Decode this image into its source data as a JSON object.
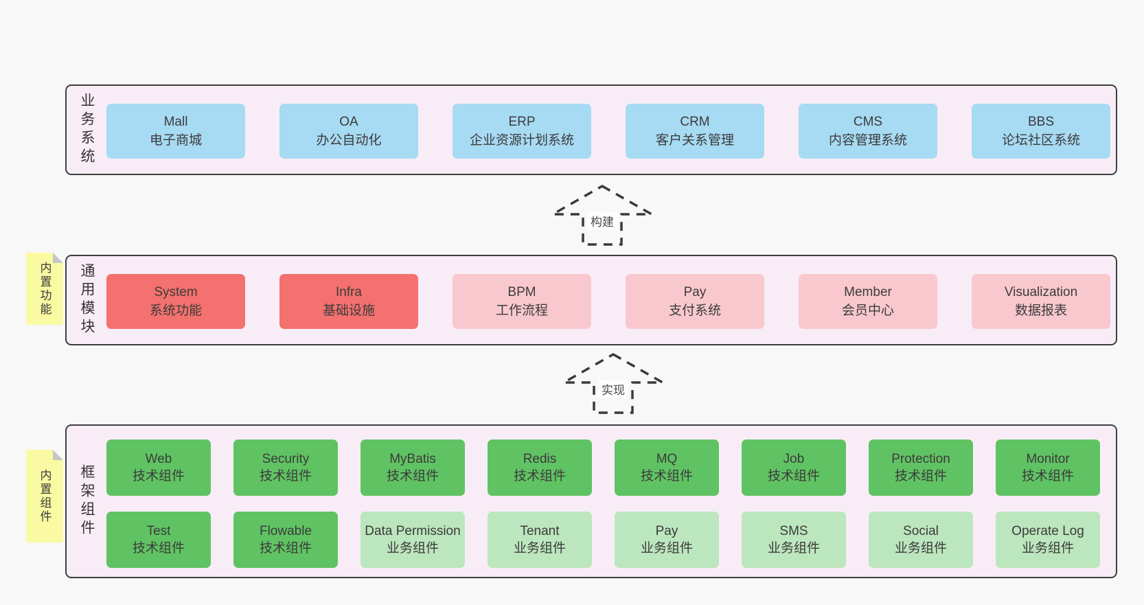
{
  "diagram": {
    "layers": [
      {
        "label": "业务系统",
        "boxes": [
          {
            "name": "Mall",
            "desc": "电子商城"
          },
          {
            "name": "OA",
            "desc": "办公自动化"
          },
          {
            "name": "ERP",
            "desc": "企业资源计划系统"
          },
          {
            "name": "CRM",
            "desc": "客户关系管理"
          },
          {
            "name": "CMS",
            "desc": "内容管理系统"
          },
          {
            "name": "BBS",
            "desc": "论坛社区系统"
          }
        ]
      },
      {
        "label": "通用模块",
        "sticky_note": "内置功能",
        "boxes": [
          {
            "name": "System",
            "desc": "系统功能"
          },
          {
            "name": "Infra",
            "desc": "基础设施"
          },
          {
            "name": "BPM",
            "desc": "工作流程"
          },
          {
            "name": "Pay",
            "desc": "支付系统"
          },
          {
            "name": "Member",
            "desc": "会员中心"
          },
          {
            "name": "Visualization",
            "desc": "数据报表"
          }
        ]
      },
      {
        "label": "框架组件",
        "sticky_note": "内置组件",
        "rows": [
          [
            {
              "name": "Web",
              "desc": "技术组件"
            },
            {
              "name": "Security",
              "desc": "技术组件"
            },
            {
              "name": "MyBatis",
              "desc": "技术组件"
            },
            {
              "name": "Redis",
              "desc": "技术组件"
            },
            {
              "name": "MQ",
              "desc": "技术组件"
            },
            {
              "name": "Job",
              "desc": "技术组件"
            },
            {
              "name": "Protection",
              "desc": "技术组件"
            },
            {
              "name": "Monitor",
              "desc": "技术组件"
            }
          ],
          [
            {
              "name": "Test",
              "desc": "技术组件"
            },
            {
              "name": "Flowable",
              "desc": "技术组件"
            },
            {
              "name": "Data Permission",
              "desc": "业务组件"
            },
            {
              "name": "Tenant",
              "desc": "业务组件"
            },
            {
              "name": "Pay",
              "desc": "业务组件"
            },
            {
              "name": "SMS",
              "desc": "业务组件"
            },
            {
              "name": "Social",
              "desc": "业务组件"
            },
            {
              "name": "Operate Log",
              "desc": "业务组件"
            }
          ]
        ]
      }
    ],
    "arrows": [
      {
        "label": "构建"
      },
      {
        "label": "实现"
      }
    ],
    "colors": {
      "page_bg": "#f8f8f8",
      "container_bg": "#f8edf6",
      "container_border": "#3d3d3d",
      "box_blue": "#a7daf3",
      "box_red": "#f3716e",
      "box_pink": "#f9c8cf",
      "box_green_dark": "#60c363",
      "box_green_light": "#bce6bd",
      "sticky_note_bg": "#fafaa2",
      "sticky_note_fold": "#c6c6c6",
      "arrow_stroke": "#3a3a3a"
    }
  }
}
